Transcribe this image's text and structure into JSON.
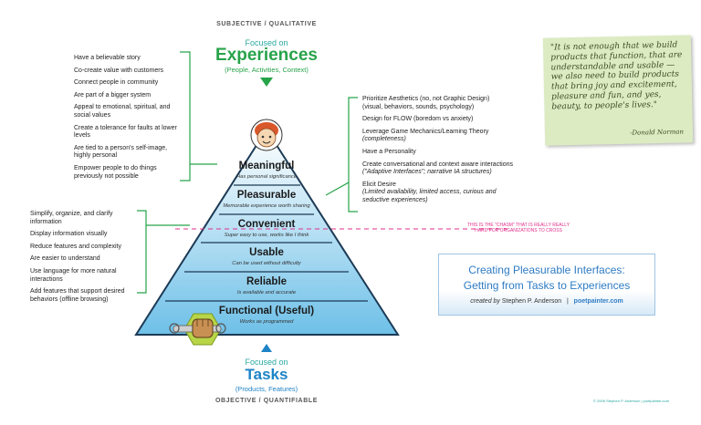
{
  "header": {
    "top_label": "SUBJECTIVE / QUALITATIVE",
    "bottom_label": "OBJECTIVE / QUANTIFIABLE"
  },
  "experiences": {
    "small": "Focused on",
    "big": "Experiences",
    "sub": "(People, Activities, Context)"
  },
  "tasks": {
    "small": "Focused on",
    "big": "Tasks",
    "sub": "(Products, Features)"
  },
  "left_top_list": [
    "Have a believable story",
    "Co-create value with customers",
    "Connect people in community",
    "Are part of a bigger system",
    "Appeal to emotional, spiritual, and social values",
    "Create a tolerance for faults at lower levels",
    "Are tied to a person's self-image, highly personal",
    "Empower people to do things previously not possible"
  ],
  "left_bottom_list": [
    "Simplify, organize, and  clarify information",
    "Display information visually",
    "Reduce features and complexity",
    "Are easier to understand",
    "Use language for more natural interactions",
    "Add features that support desired behaviors (offline browsing)"
  ],
  "right_list": [
    {
      "main": "Prioritize Aesthetics (no, not Graphic Design)",
      "sub": "(visual, behaviors, sounds, psychology)"
    },
    {
      "main": "Design for FLOW (boredom vs anxiety)",
      "sub": ""
    },
    {
      "main": "Leverage Game Mechanics/Learning Theory",
      "sub": "(completeness)"
    },
    {
      "main": "Have a Personality",
      "sub": ""
    },
    {
      "main": "Create conversational and context aware interactions",
      "sub": "(\"Adaptive Interfaces\"; narrative IA structures)"
    },
    {
      "main": "Elicit Desire",
      "sub": "(Limited availability, limited access, curious and seductive experiences)"
    }
  ],
  "levels": [
    {
      "title": "Meaningful",
      "sub": "Has personal significance"
    },
    {
      "title": "Pleasurable",
      "sub": "Memorable experience worth sharing"
    },
    {
      "title": "Convenient",
      "sub": "Super easy to use, works like I think"
    },
    {
      "title": "Usable",
      "sub": "Can be used without difficulty"
    },
    {
      "title": "Reliable",
      "sub": "Is available and accurate"
    },
    {
      "title": "Functional (Useful)",
      "sub": "Works as programmed"
    }
  ],
  "chasm_note": "THIS IS THE \"CHASM\" THAT IS REALLY REALLY HARD FOR ORGANIZATIONS TO CROSS",
  "quote": {
    "lines": [
      "\"It is not enough that we build",
      "products that function, that are",
      "understandable and usable —",
      "we also need to build products",
      "that bring joy and excitement,",
      "pleasure and fun, and yes,",
      "beauty, to people's lives.\""
    ],
    "author": "-Donald Norman"
  },
  "title_card": {
    "line1": "Creating Pleasurable Interfaces:",
    "line2": "Getting from Tasks to Experiences",
    "created_by": "created by",
    "author": "Stephen P. Anderson",
    "separator": "|",
    "site": "poetpainter.com"
  },
  "copyright": "© 2006 Stephen P. Anderson | poetpainter.com",
  "colors": {
    "green": "#27a34a",
    "blue": "#1d83c6",
    "pink": "#e0308a",
    "pyramid_top": "#ffffff",
    "pyramid_bottom": "#6ec0e8"
  }
}
